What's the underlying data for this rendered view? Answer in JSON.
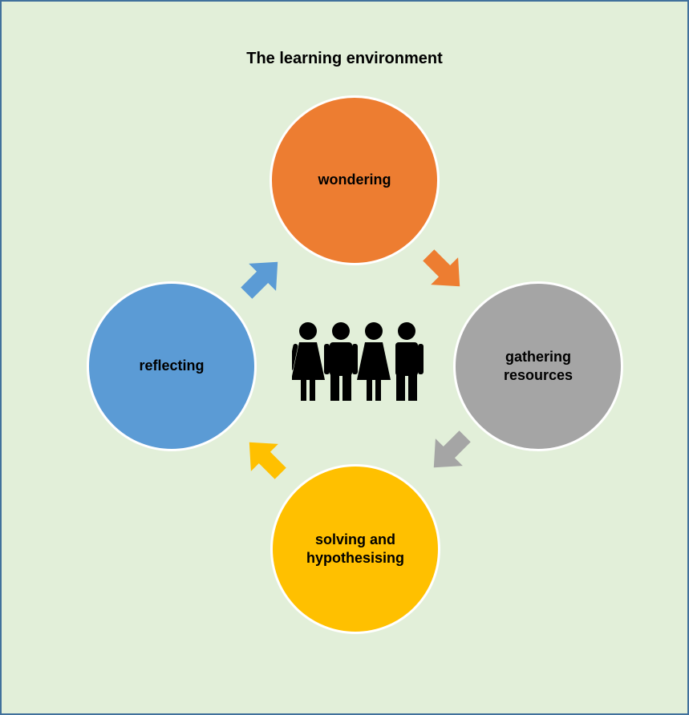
{
  "title": "The learning environment",
  "colors": {
    "background": "#e2efd9",
    "border": "#41719c",
    "wondering": "#ed7d31",
    "gathering": "#a5a5a5",
    "solving": "#ffc000",
    "reflecting": "#5b9bd5",
    "people": "#000000"
  },
  "nodes": [
    {
      "id": "wondering",
      "label": "wondering"
    },
    {
      "id": "gathering",
      "label": "gathering\nresources"
    },
    {
      "id": "solving",
      "label": "solving and\nhypothesising"
    },
    {
      "id": "reflecting",
      "label": "reflecting"
    }
  ],
  "center_icon": "group-of-people-icon",
  "flow_order": [
    "wondering",
    "gathering",
    "solving",
    "reflecting",
    "wondering"
  ]
}
